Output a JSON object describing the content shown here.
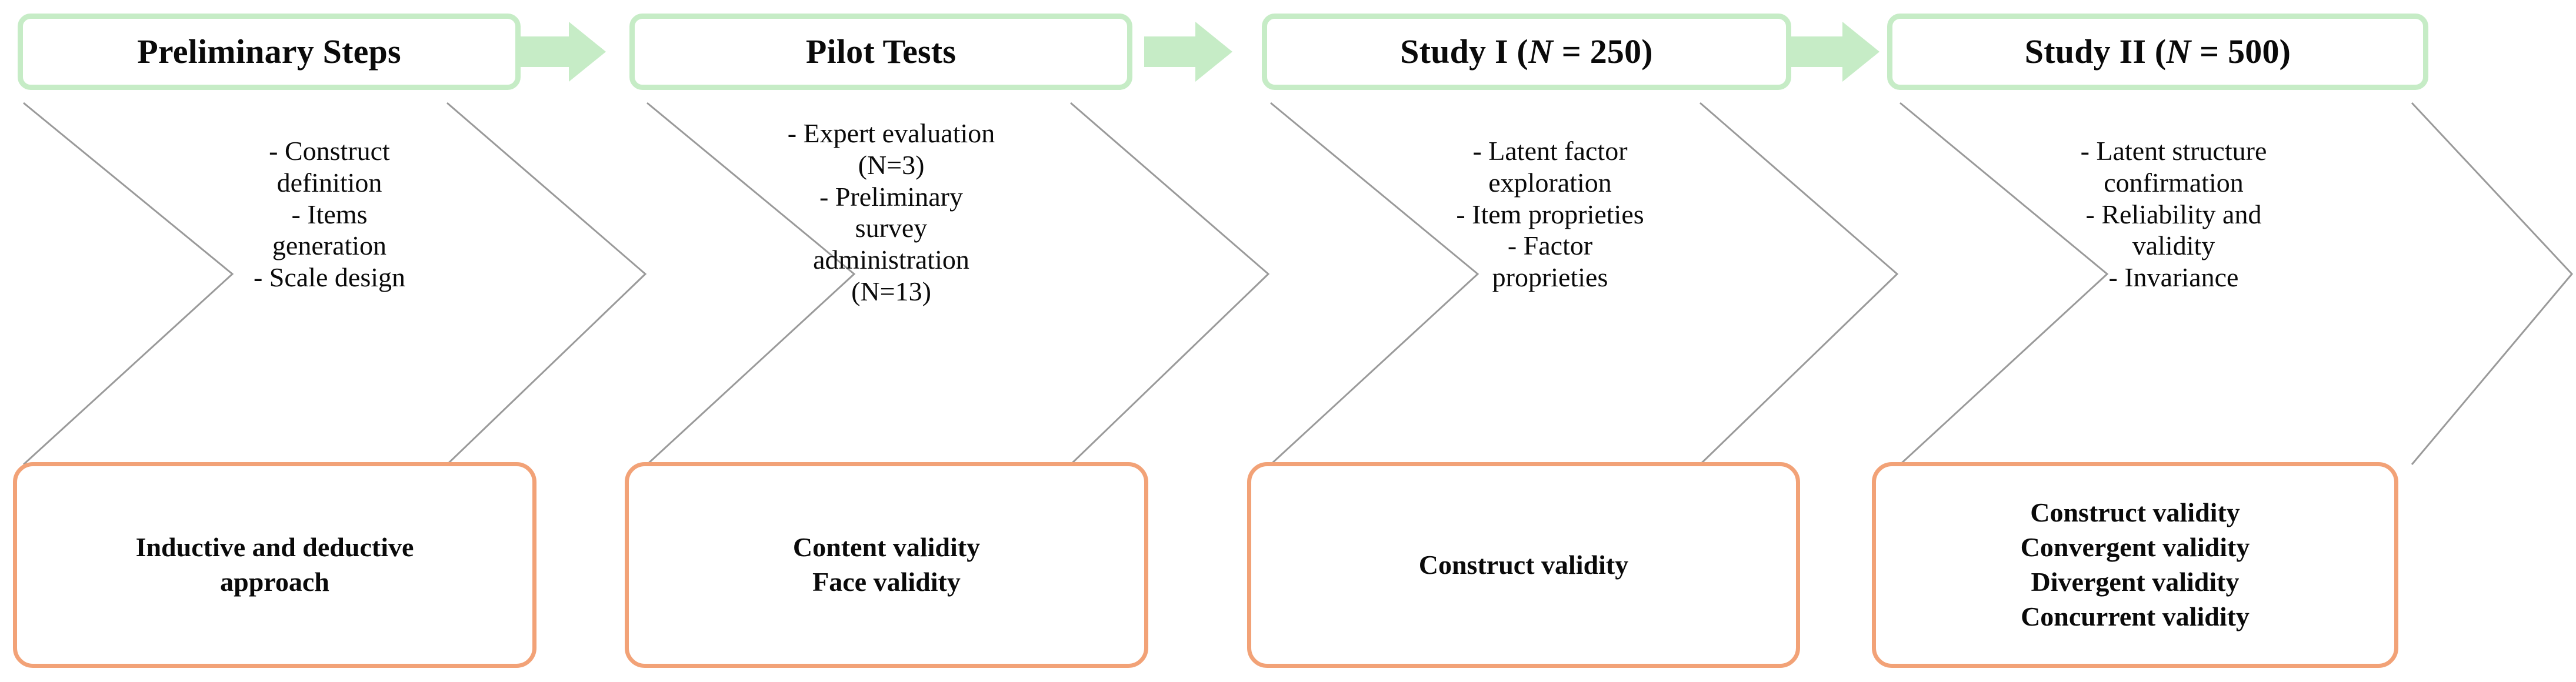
{
  "diagram": {
    "title": "Scale development process flow",
    "colors": {
      "header_border_green": "#c6ecc6",
      "arrow_green": "#c6ecc6",
      "footer_border_orange": "#f2a277",
      "chevron_outline_gray": "#8f8f8f",
      "text_black": "#0a0a0a",
      "background": "#ffffff"
    },
    "arrows": [
      {
        "name": "arrow-1-to-2",
        "glyph": "block-right-arrow"
      },
      {
        "name": "arrow-2-to-3",
        "glyph": "block-right-arrow"
      },
      {
        "name": "arrow-3-to-4",
        "glyph": "block-right-arrow"
      }
    ],
    "stages": [
      {
        "id": "preliminary-steps",
        "header": {
          "text": "Preliminary Steps",
          "prefix": "Preliminary Steps",
          "italic": "",
          "suffix": ""
        },
        "body_lines": [
          "- Construct",
          "definition",
          "- Items",
          "generation",
          "- Scale design"
        ],
        "footer_lines": [
          "Inductive and deductive",
          "approach"
        ]
      },
      {
        "id": "pilot-tests",
        "header": {
          "text": "Pilot Tests",
          "prefix": "Pilot Tests",
          "italic": "",
          "suffix": ""
        },
        "body_lines": [
          "- Expert evaluation",
          "(N=3)",
          "- Preliminary",
          "survey",
          "administration",
          "(N=13)"
        ],
        "footer_lines": [
          "Content validity",
          "Face validity"
        ]
      },
      {
        "id": "study-1",
        "header": {
          "text": "Study I (N = 250)",
          "prefix": "Study I (",
          "italic": "N",
          "suffix": " = 250)"
        },
        "body_lines": [
          "- Latent factor",
          "exploration",
          "- Item proprieties",
          "- Factor",
          "proprieties"
        ],
        "footer_lines": [
          "Construct validity"
        ]
      },
      {
        "id": "study-2",
        "header": {
          "text": "Study II (N = 500)",
          "prefix": "Study II (",
          "italic": "N",
          "suffix": " = 500)"
        },
        "body_lines": [
          "- Latent structure",
          "confirmation",
          "- Reliability and",
          "validity",
          "- Invariance"
        ],
        "footer_lines": [
          "Construct validity",
          "Convergent validity",
          "Divergent validity",
          "Concurrent validity"
        ]
      }
    ]
  }
}
